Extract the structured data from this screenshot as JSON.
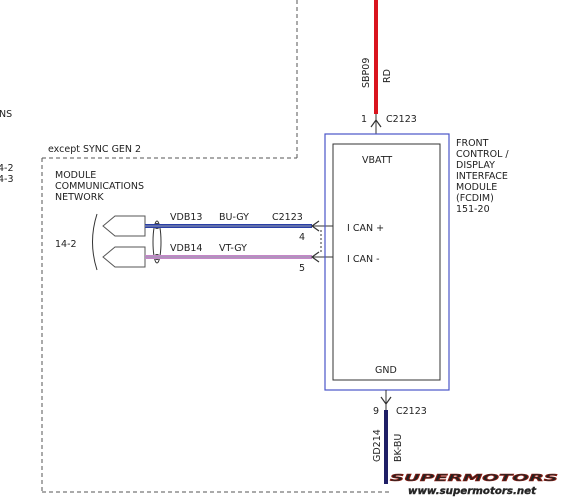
{
  "partial_labels": {
    "left_ns": "NS",
    "left_ref_1": "4-2",
    "left_ref_2": "4-3"
  },
  "zone_label": "except SYNC GEN 2",
  "network_label": {
    "line1": "MODULE",
    "line2": "COMMUNICATIONS",
    "line3": "NETWORK"
  },
  "page_ref": "14-2",
  "module": {
    "name_lines": [
      "FRONT",
      "CONTROL /",
      "DISPLAY",
      "INTERFACE",
      "MODULE",
      "(FCDIM)"
    ],
    "ref": "151-20",
    "pins": {
      "vbatt": "VBATT",
      "ican_plus": "I CAN +",
      "ican_minus": "I CAN -",
      "gnd": "GND"
    }
  },
  "circuits": {
    "top": {
      "circuit": "SBP09",
      "color": "RD",
      "pin": "1",
      "connector": "C2123",
      "wire_color": "#d9141e"
    },
    "can_high": {
      "circuit": "VDB13",
      "color": "BU-GY",
      "pin": "4",
      "connector": "C2123",
      "wire_color": "#2a3fa6"
    },
    "can_low": {
      "circuit": "VDB14",
      "color": "VT-GY",
      "pin": "5",
      "wire_color": "#c586c8"
    },
    "ground": {
      "circuit": "GD214",
      "color": "BK-BU",
      "pin": "9",
      "connector": "C2123",
      "wire_color": "#1f1f66"
    }
  },
  "watermark": {
    "brand": "SUPERMOTORS",
    "url": "www.supermotors.net"
  }
}
